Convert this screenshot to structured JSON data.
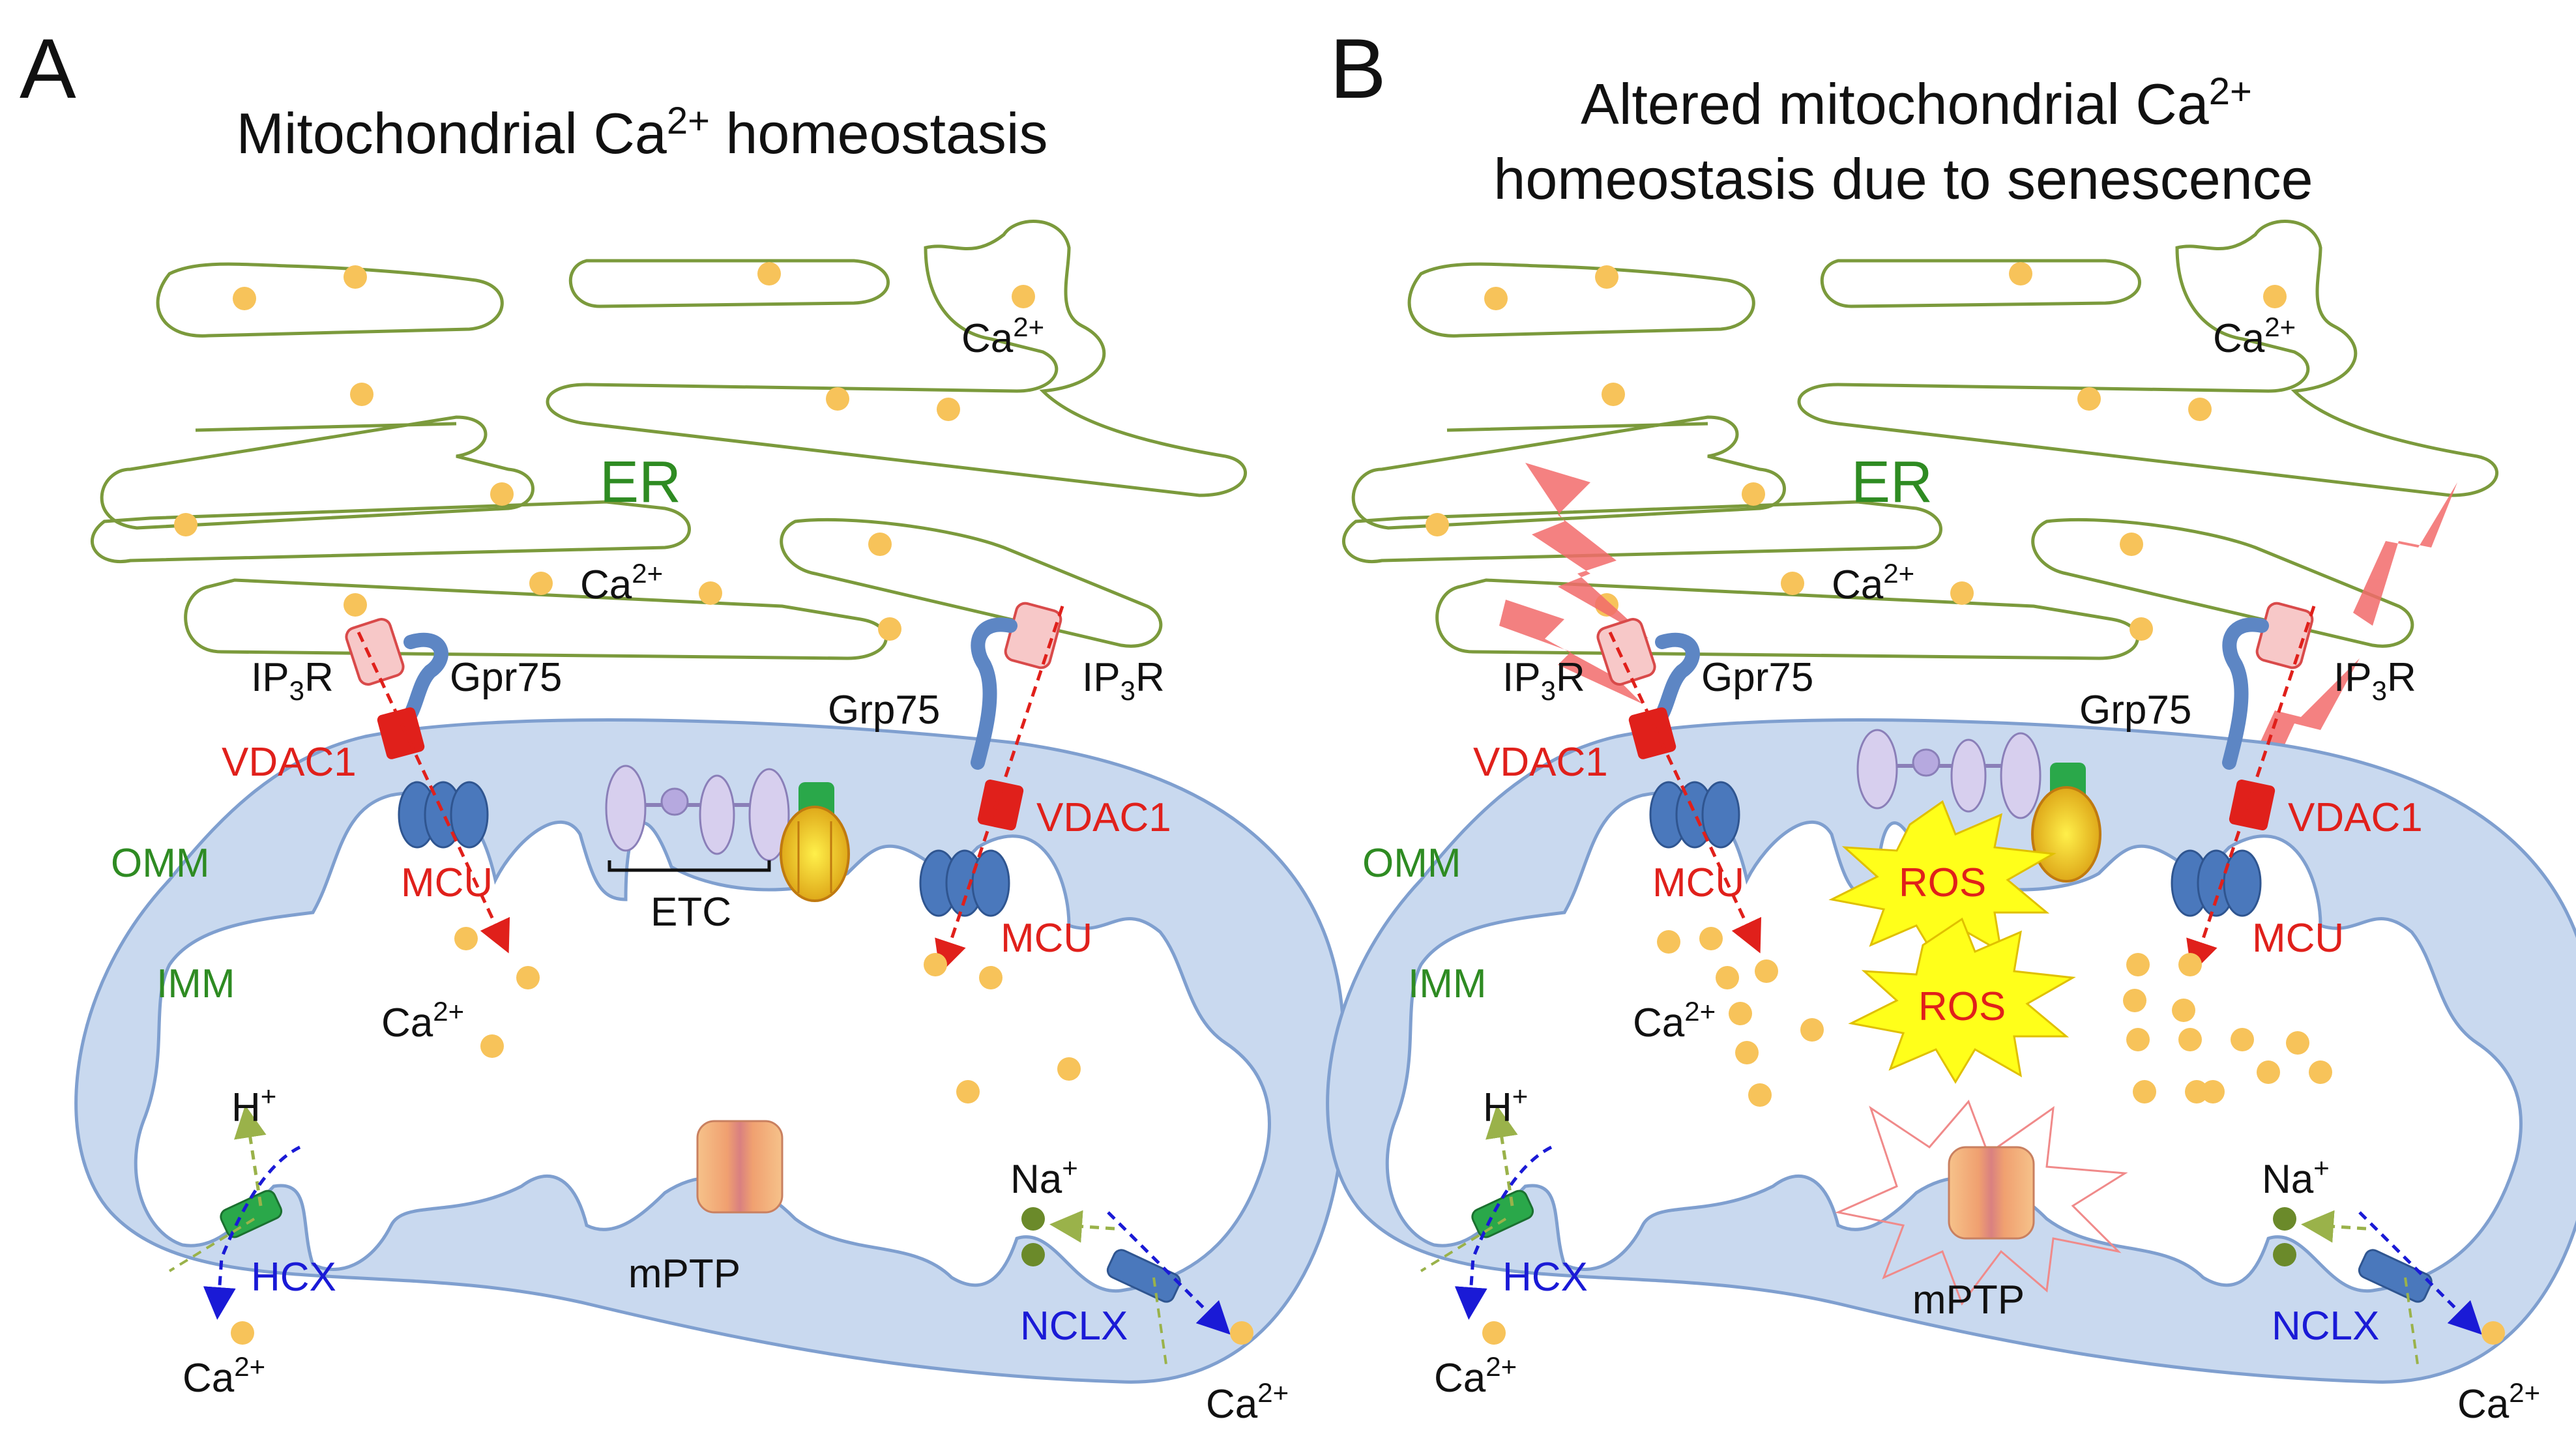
{
  "panels": [
    {
      "letter": "A",
      "title_line1": "Mitochondrial Ca",
      "title_sup1": "2+",
      "title_rest1": " homeostasis",
      "title_line2": "",
      "er_label": "ER",
      "ca_labels": [
        "Ca",
        "Ca",
        "Ca",
        "Ca",
        "Ca"
      ],
      "ca_sup": "2+",
      "ip3r_left": "IP",
      "ip3r_sub": "3",
      "ip3r_r": "R",
      "ip3r_right": "IP",
      "grp75_left": "Gpr75",
      "grp75_right": "Grp75",
      "vdac1_left": "VDAC1",
      "vdac1_right": "VDAC1",
      "omm": "OMM",
      "imm": "IMM",
      "mcu_left": "MCU",
      "mcu_right": "MCU",
      "etc": "ETC",
      "h": "H",
      "h_sup": "+",
      "hcx": "HCX",
      "mptp": "mPTP",
      "na": "Na",
      "na_sup": "+",
      "nclx": "NCLX",
      "ros": []
    },
    {
      "letter": "B",
      "title_line1": "Altered mitochondrial Ca",
      "title_sup1": "2+",
      "title_rest1": "",
      "title_line2": "homeostasis due to senescence",
      "er_label": "ER",
      "ca_labels": [
        "Ca",
        "Ca",
        "Ca",
        "Ca",
        "Ca"
      ],
      "ca_sup": "2+",
      "ip3r_left": "IP",
      "ip3r_sub": "3",
      "ip3r_r": "R",
      "ip3r_right": "IP",
      "grp75_left": "Gpr75",
      "grp75_right": "Grp75",
      "vdac1_left": "VDAC1",
      "vdac1_right": "VDAC1",
      "omm": "OMM",
      "imm": "IMM",
      "mcu_left": "MCU",
      "mcu_right": "MCU",
      "etc": "",
      "h": "H",
      "h_sup": "+",
      "hcx": "HCX",
      "mptp": "mPTP",
      "na": "Na",
      "na_sup": "+",
      "nclx": "NCLX",
      "ros": [
        "ROS",
        "ROS"
      ]
    }
  ],
  "colors": {
    "er_stroke": "#7b9a3c",
    "er_label": "#2e8b22",
    "membrane_fill": "#c9d9ef",
    "membrane_stroke": "#7f9fcf",
    "ca_dot": "#f7c35a",
    "red_label": "#e0201b",
    "green_label": "#2e8b22",
    "blue_label": "#1a1ad6",
    "ros_fill": "#ffff1a",
    "ros_text": "#e0201b"
  }
}
